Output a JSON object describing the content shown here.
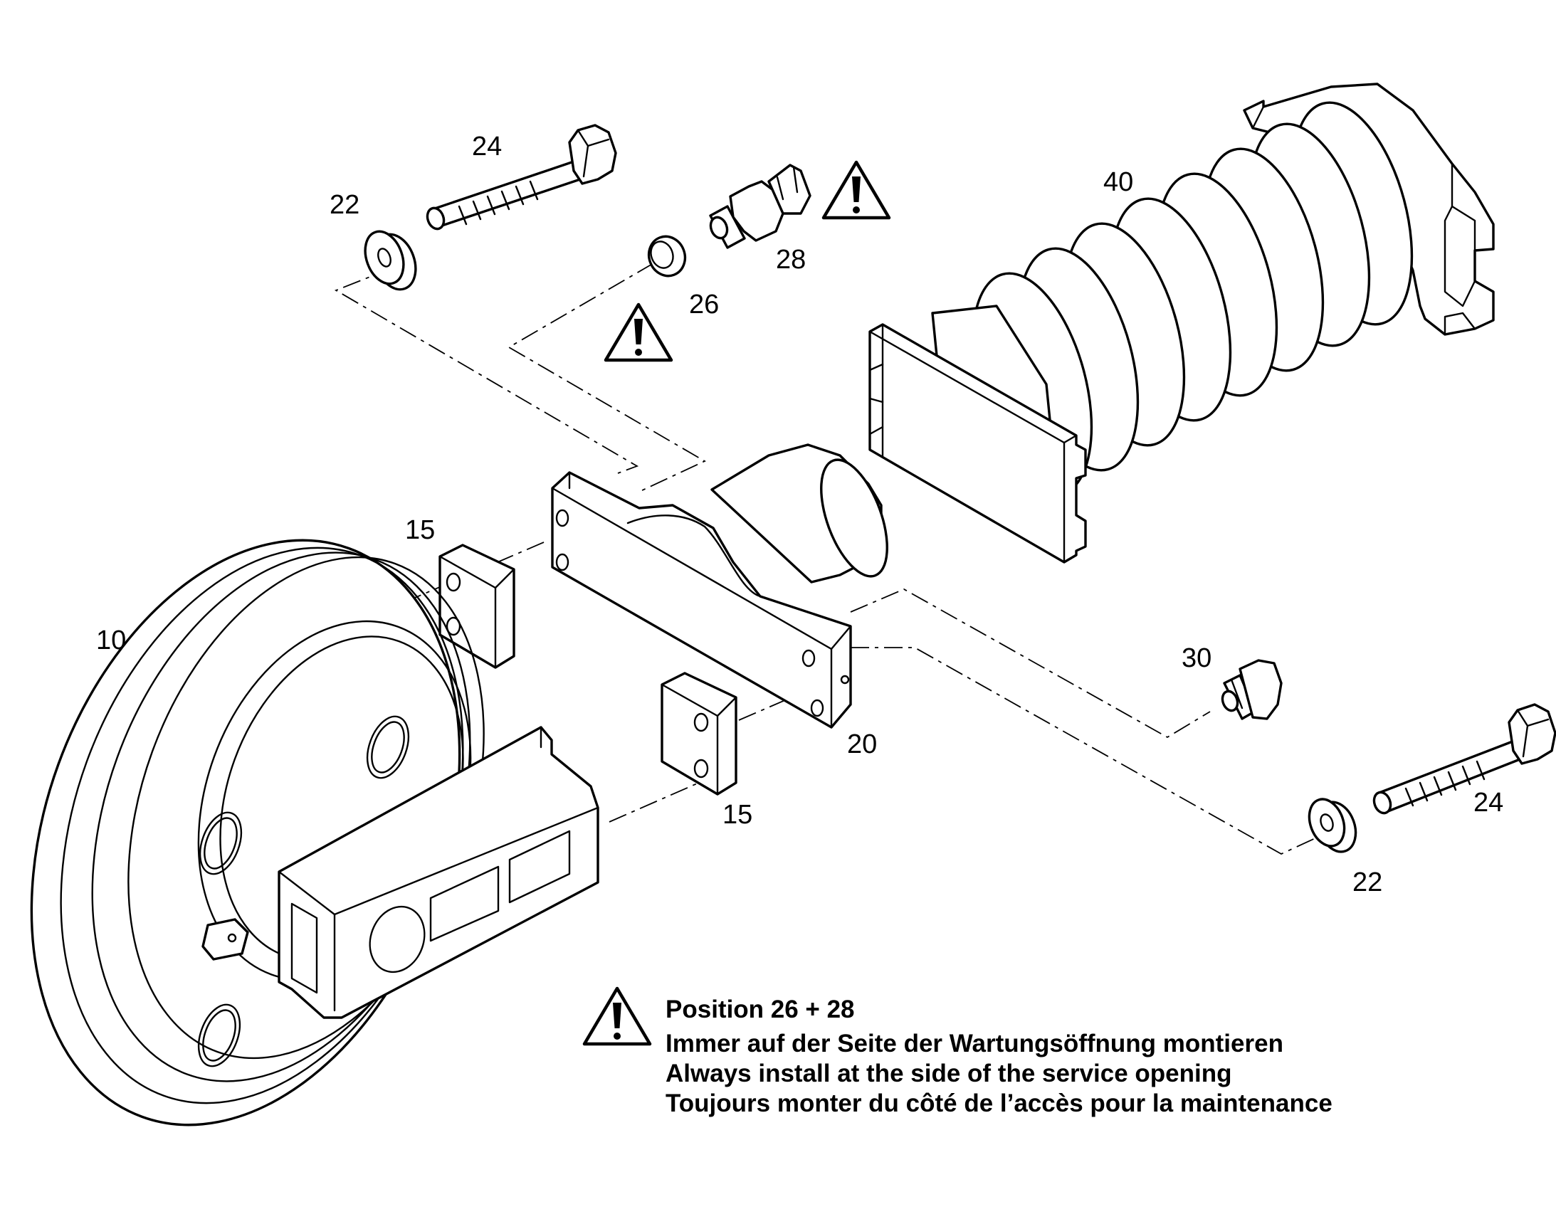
{
  "callouts": {
    "c10": "10",
    "c15_top": "15",
    "c15_bottom": "15",
    "c20": "20",
    "c22_top": "22",
    "c22_bottom": "22",
    "c24_top": "24",
    "c24_bottom": "24",
    "c26": "26",
    "c28": "28",
    "c30": "30",
    "c40": "40"
  },
  "note": {
    "heading": "Position 26 + 28",
    "line_de": "Immer auf der Seite der Wartungsöffnung montieren",
    "line_en": "Always install at the side of the service opening",
    "line_fr": "Toujours monter du côté de l’accès pour la maintenance"
  },
  "icons": {
    "warning": "warning-triangle-icon"
  }
}
